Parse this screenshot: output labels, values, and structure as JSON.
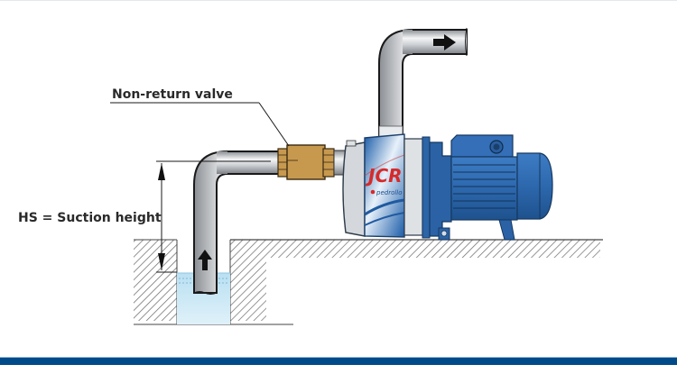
{
  "diagram": {
    "title": "Surface pump suction lift installation",
    "labels": {
      "valve": "Non-return valve",
      "suction_height": "HS = Suction height"
    },
    "pump": {
      "model_text": "JCR",
      "brand_text": "pedrollo"
    },
    "icons": {
      "flow_out": "arrow-right",
      "flow_up": "arrow-up"
    },
    "colors": {
      "pump_blue": "#2f6db3",
      "pump_dark": "#1c4f8c",
      "valve_brass": "#c7994f",
      "pipe_steel": "#c9ccd0",
      "water": "#cfe9f5",
      "logo_red": "#d62a2a",
      "footer_bar": "#004a8a"
    }
  }
}
